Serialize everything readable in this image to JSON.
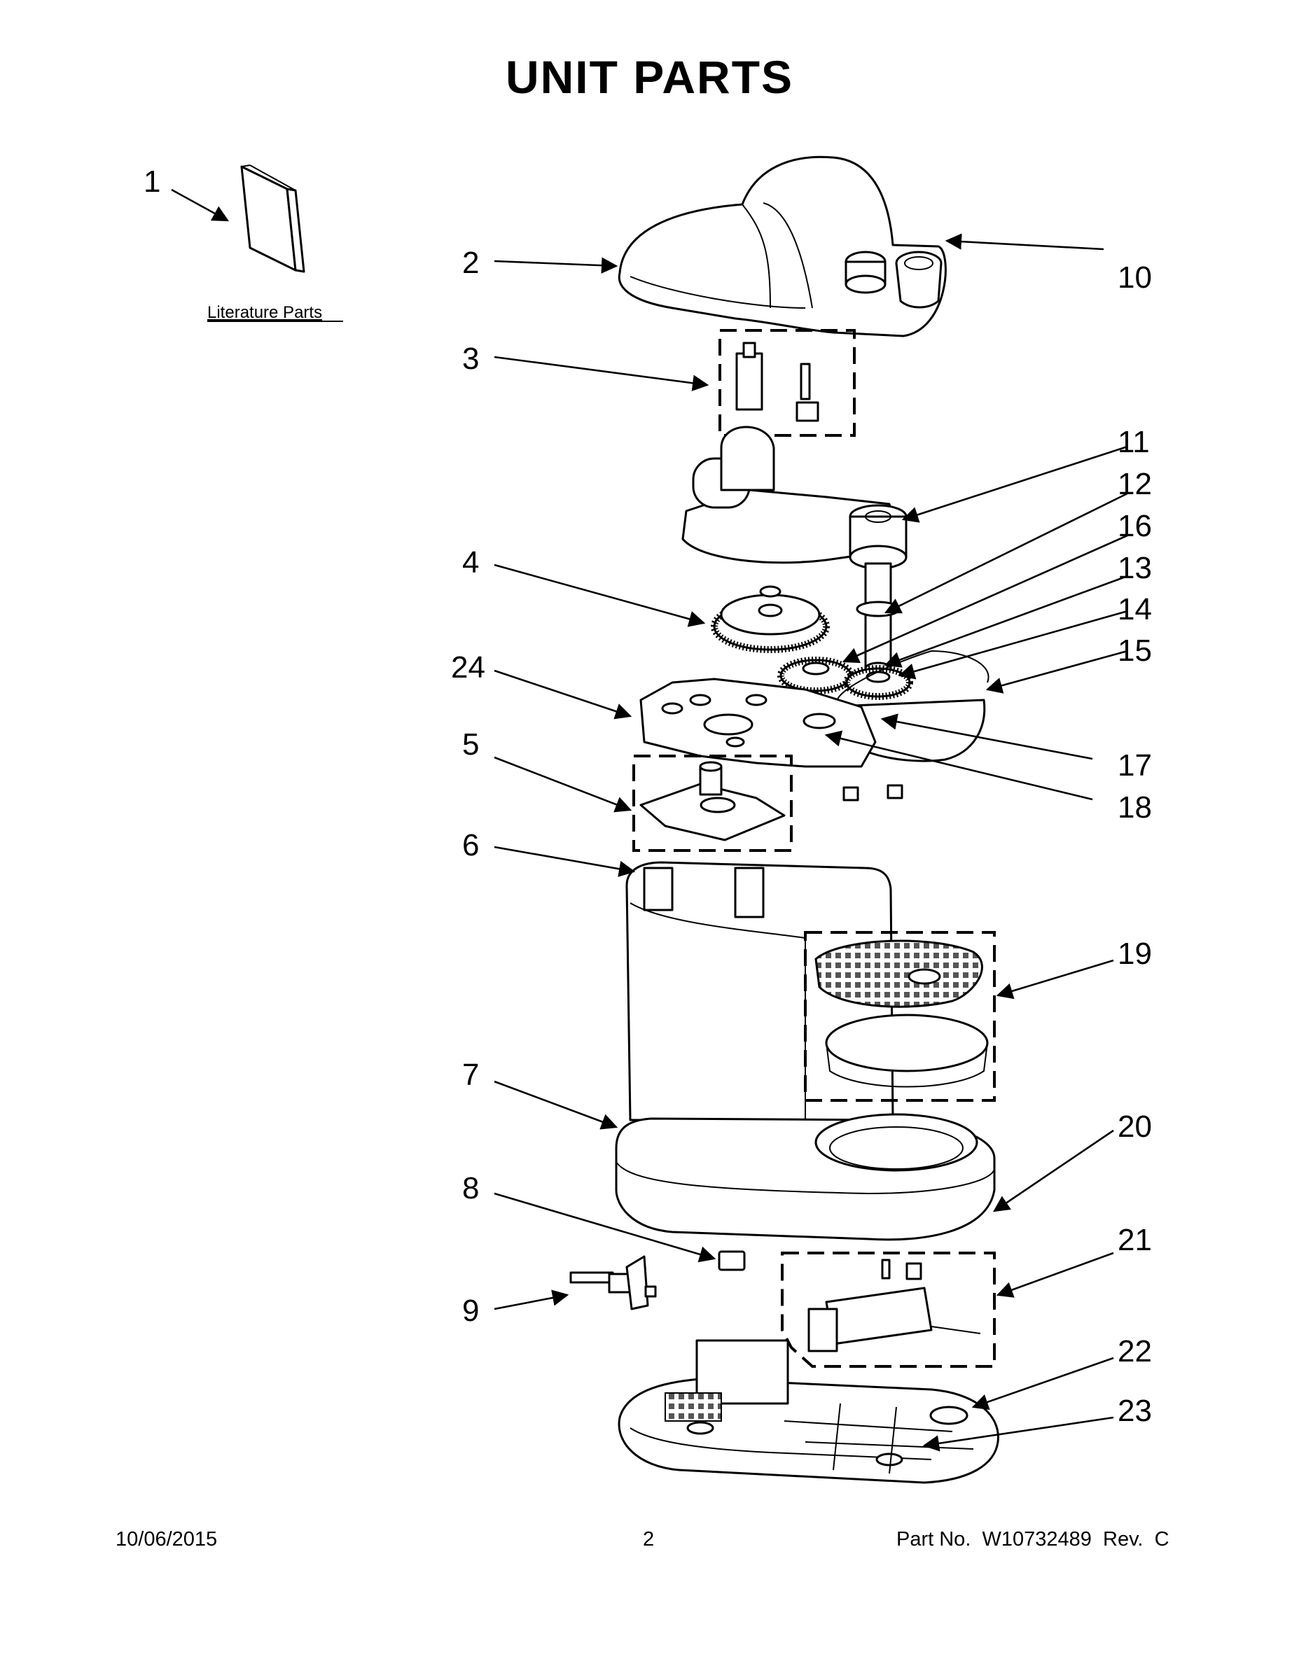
{
  "title": "UNIT PARTS",
  "literature_label": "Literature Parts",
  "footer": {
    "date": "10/06/2015",
    "page": "2",
    "part_no": "Part No.  W10732489  Rev.  C"
  },
  "callouts": [
    "1",
    "2",
    "3",
    "4",
    "5",
    "6",
    "7",
    "8",
    "9",
    "10",
    "11",
    "12",
    "13",
    "14",
    "15",
    "16",
    "17",
    "18",
    "19",
    "20",
    "21",
    "22",
    "23",
    "24"
  ]
}
